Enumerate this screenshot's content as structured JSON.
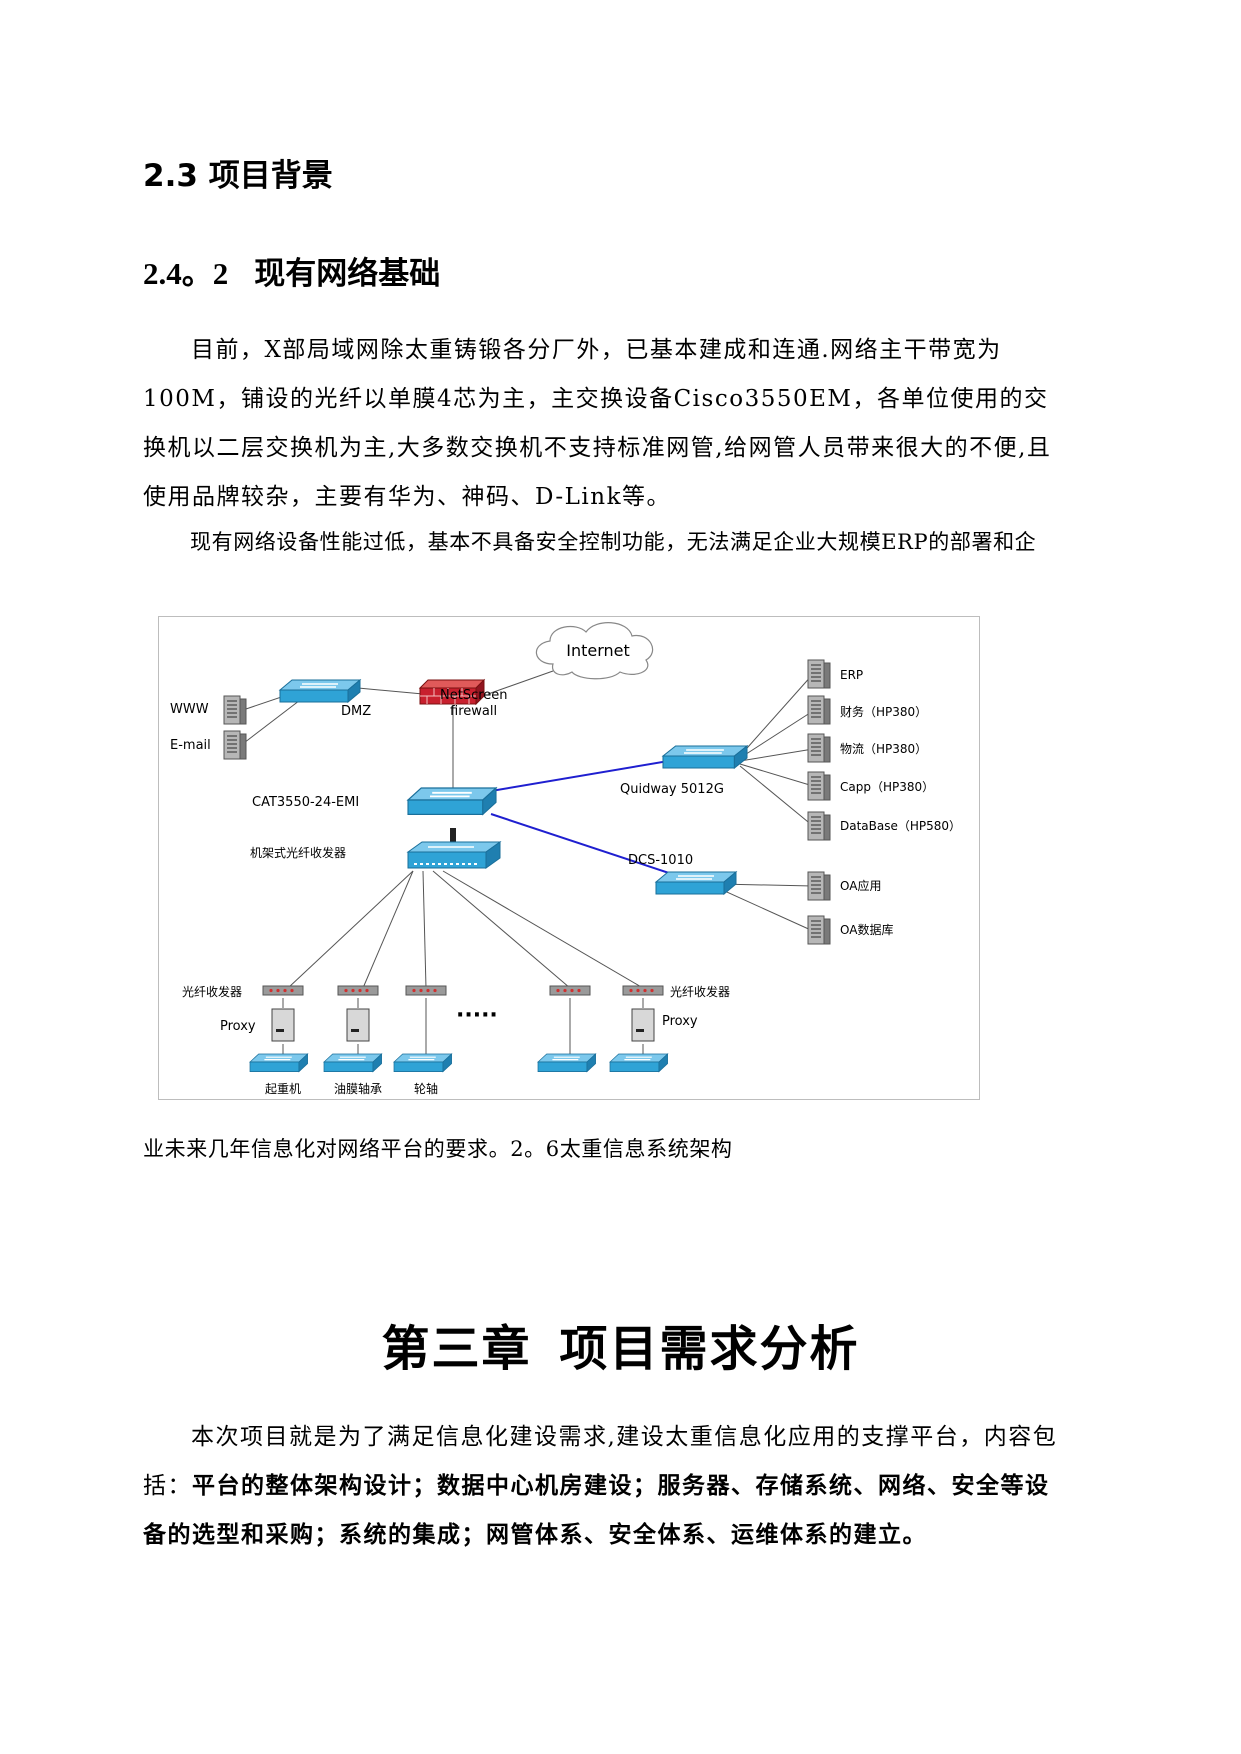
{
  "heading_2_3": "2.3 项目背景",
  "heading_2_4_2": {
    "number": "2.4。2",
    "title": "现有网络基础"
  },
  "paragraph_1": "目前，X部局域网除太重铸锻各分厂外，已基本建成和连通.网络主干带宽为100M，铺设的光纤以单膜4芯为主，主交换设备Cisco3550EM，各单位使用的交换机以二层交换机为主,大多数交换机不支持标准网管,给网管人员带来很大的不便,且使用品牌较杂，主要有华为、神码、D-Link等。",
  "paragraph_2": "现有网络设备性能过低，基本不具备安全控制功能，无法满足企业大规模ERP的部署和企",
  "diagram": {
    "internet": "Internet",
    "www": "WWW",
    "email": "E-mail",
    "dmz": "DMZ",
    "firewall_line1": "NetScreen",
    "firewall_line2": "firewall",
    "core_switch": "CAT3550-24-EMI",
    "fiber_chassis": "机架式光纤收发器",
    "quidway": "Quidway 5012G",
    "dcs": "DCS-1010",
    "servers": [
      "ERP",
      "财务（HP380）",
      "物流（HP380）",
      "Capp（HP380）",
      "DataBase（HP580）"
    ],
    "oa_servers": [
      "OA应用",
      "OA数据库"
    ],
    "transceiver_left": "光纤收发器",
    "transceiver_right": "光纤收发器",
    "proxy_left": "Proxy",
    "proxy_right": "Proxy",
    "ellipsis": "·····",
    "branches": [
      "起重机",
      "油膜轴承",
      "轮轴"
    ]
  },
  "caption": "业未来几年信息化对网络平台的要求。2。6太重信息系统架构",
  "chapter_title": {
    "part1": "第三章",
    "part2": "项目需求分析"
  },
  "paragraph_3": {
    "lead": "本次项目就是为了满足信息化建设需求,建设太重信息化应用的支撑平台，内容包括：",
    "bold": "平台的整体架构设计；数据中心机房建设；服务器、存储系统、网络、安全等设备的选型和采购；系统的集成；网管体系、安全体系、运维体系的建立。"
  },
  "colors": {
    "switch_blue": "#2fa3d6",
    "firewall_red": "#c8202e",
    "link_blue": "#1f1fd0"
  }
}
